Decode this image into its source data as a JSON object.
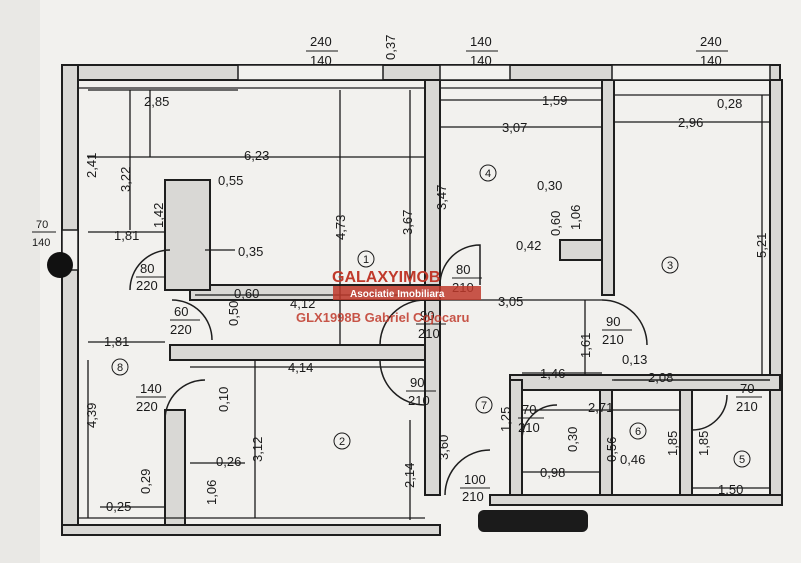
{
  "top_labels": {
    "left_w": "240",
    "left_h": "140",
    "mid": "0,37",
    "center_w": "140",
    "center_h": "140",
    "right_w": "240",
    "right_h": "140"
  },
  "side_window": {
    "w": "70",
    "h": "140"
  },
  "dimensions": {
    "d285": "2,85",
    "d241": "2,41",
    "d322": "3,22",
    "d623": "6,23",
    "d055": "0,55",
    "d142": "1,42",
    "d181a": "1,81",
    "d035": "0,35",
    "d473": "4,73",
    "d367": "3,67",
    "d060a": "0,60",
    "d412": "4,12",
    "d050": "0,50",
    "d347": "3,47",
    "d159": "1,59",
    "d307": "3,07",
    "d030a": "0,30",
    "d060b": "0,60",
    "d106a": "1,06",
    "d042": "0,42",
    "d305": "3,05",
    "d028": "0,28",
    "d296": "2,96",
    "d521": "5,21",
    "d181b": "1,81",
    "d414": "4,14",
    "d010": "0,10",
    "d439": "4,39",
    "d312": "3,12",
    "d029": "0,29",
    "d026": "0,26",
    "d106b": "1,06",
    "d025": "0,25",
    "d214": "2,14",
    "d360": "3,60",
    "d161": "1,61",
    "d013": "0,13",
    "d146": "1,46",
    "d208": "2,08",
    "d125": "1,25",
    "d271": "2,71",
    "d030b": "0,30",
    "d056": "0,56",
    "d046": "0,46",
    "d098": "0,98",
    "d185a": "1,85",
    "d185b": "1,85",
    "d150": "1,50"
  },
  "doors": {
    "a_w": "80",
    "a_h": "220",
    "b_w": "60",
    "b_h": "220",
    "c_w": "140",
    "c_h": "220",
    "d_w": "80",
    "d_h": "210",
    "e_w": "90",
    "e_h": "210",
    "f_w": "90",
    "f_h": "210",
    "g_w": "70",
    "g_h": "210",
    "h_w": "70",
    "h_h": "210",
    "i_w": "100",
    "i_h": "210"
  },
  "rooms": {
    "r1": "1",
    "r2": "2",
    "r3": "3",
    "r4": "4",
    "r5": "5",
    "r6": "6",
    "r7": "7",
    "r8": "8"
  },
  "watermark": {
    "logo": "GALAXYIMOB",
    "subtitle": "Asociatie Imobiliara",
    "agent": "GLX1998B Gabriel Cojocaru"
  }
}
